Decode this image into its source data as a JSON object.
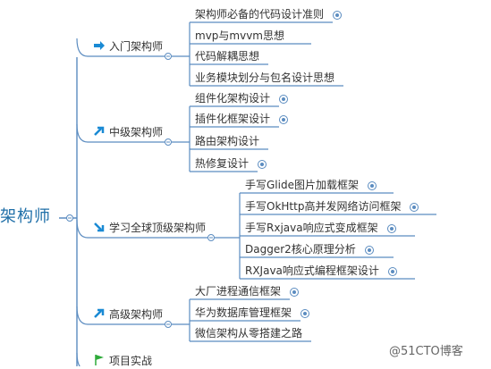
{
  "root": {
    "label": "架构师"
  },
  "branches": [
    {
      "label": "入门架构师",
      "icon": "arrow-right-icon",
      "children": [
        "架构师必备的代码设计准则",
        "mvp与mvvm思想",
        "代码解耦思想",
        "业务模块划分与包名设计思想"
      ]
    },
    {
      "label": "中级架构师",
      "icon": "arrow-up-right-icon",
      "children": [
        "组件化架构设计",
        "插件化框架设计",
        "路由架构设计",
        "热修复设计"
      ]
    },
    {
      "label": "学习全球顶级架构师",
      "icon": "arrow-down-right-icon",
      "children": [
        "手写Glide图片加载框架",
        "手写OkHttp高并发网络访问框架",
        "手写Rxjava响应式变成框架",
        "Dagger2核心原理分析",
        "RXJava响应式编程框架设计"
      ]
    },
    {
      "label": "高级架构师",
      "icon": "arrow-up-right-icon",
      "children": [
        "大厂进程通信框架",
        "华为数据库管理框架",
        "微信架构从零搭建之路"
      ]
    },
    {
      "label": "项目实战",
      "icon": "flag-icon",
      "children": []
    }
  ],
  "watermark": "@51CTO博客",
  "colors": {
    "line": "#5b8cc0",
    "root_text": "#1f6fa8",
    "arrow": "#1a8ad4",
    "flag": "#2eaa3a"
  }
}
